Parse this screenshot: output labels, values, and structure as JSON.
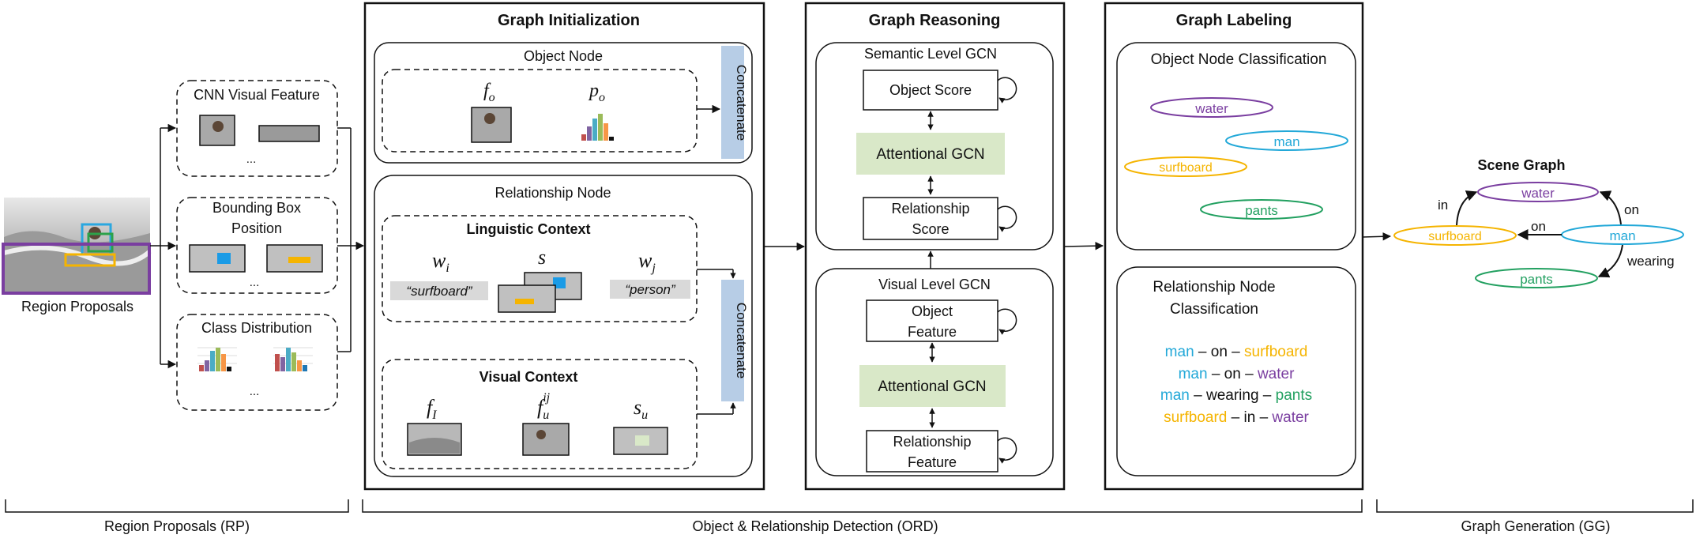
{
  "region_proposals": {
    "label": "Region Proposals",
    "cnn_title": "CNN Visual Feature",
    "bbox_title_1": "Bounding Box",
    "bbox_title_2": "Position",
    "class_title": "Class Distribution",
    "ellipsis": "...",
    "colors": {
      "person_box": "#2aa7e0",
      "object_box": "#2ca24a",
      "board_box": "#f5b400",
      "region_box": "#7a3ea0"
    }
  },
  "graph_initialization": {
    "title": "Graph Initialization",
    "object_node": "Object Node",
    "f_o": "f",
    "f_o_sub": "o",
    "p_o": "p",
    "p_o_sub": "o",
    "concatenate": "Concatenate",
    "relationship_node": "Relationship Node",
    "linguistic_context": "Linguistic Context",
    "w_i": "w",
    "w_i_sub": "i",
    "s": "s",
    "w_j": "w",
    "w_j_sub": "j",
    "word_i": "“surfboard”",
    "word_j": "“person”",
    "visual_context": "Visual Context",
    "f_I": "f",
    "f_I_sub": "I",
    "f_u": "f",
    "f_u_sub": "u",
    "f_u_sup": "ij",
    "s_u": "s",
    "s_u_sub": "u"
  },
  "graph_reasoning": {
    "title": "Graph Reasoning",
    "semantic_gcn": "Semantic Level GCN",
    "object_score": "Object Score",
    "attentional_gcn": "Attentional GCN",
    "relationship_score_1": "Relationship",
    "relationship_score_2": "Score",
    "visual_gcn": "Visual Level GCN",
    "object_feature_1": "Object",
    "object_feature_2": "Feature",
    "relationship_feature_1": "Relationship",
    "relationship_feature_2": "Feature"
  },
  "graph_labeling": {
    "title": "Graph Labeling",
    "object_node_classification": "Object Node Classification",
    "nodes": [
      "water",
      "man",
      "surfboard",
      "pants"
    ],
    "relationship_node_title_1": "Relationship  Node",
    "relationship_node_title_2": "Classification",
    "relations": [
      {
        "subj": "man",
        "pred": " – on – ",
        "obj": "surfboard"
      },
      {
        "subj": "man",
        "pred": " – on – ",
        "obj": "water"
      },
      {
        "subj": "man",
        "pred": " – wearing – ",
        "obj": "pants"
      },
      {
        "subj": "surfboard",
        "pred": " – in – ",
        "obj": "water"
      }
    ]
  },
  "scene_graph": {
    "title": "Scene Graph",
    "nodes": [
      "water",
      "surfboard",
      "man",
      "pants"
    ],
    "edges": [
      "in",
      "on",
      "on",
      "wearing"
    ]
  },
  "stages": {
    "rp": "Region Proposals (RP)",
    "ord": "Object & Relationship Detection (ORD)",
    "gg": "Graph Generation (GG)"
  },
  "colors": {
    "water": "#7a3ea0",
    "man": "#22a8d8",
    "surfboard": "#f5b400",
    "pants": "#22a060",
    "gcn_fill": "#d9e8c8",
    "concat_fill": "#b7cde6"
  }
}
